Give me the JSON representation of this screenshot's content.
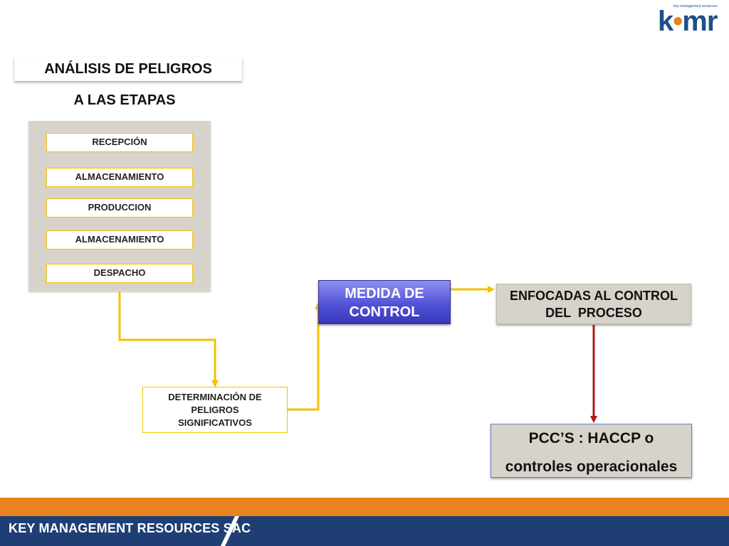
{
  "logo": {
    "text_main": "k",
    "text_tail": "mr",
    "tagline": "key management resources"
  },
  "title": "ANÁLISIS DE PELIGROS",
  "subtitle": "A LAS ETAPAS",
  "stages": [
    "RECEPCIÓN",
    "ALMACENAMIENTO",
    "PRODUCCION",
    "ALMACENAMIENTO",
    "DESPACHO"
  ],
  "determinacion": {
    "line1": "DETERMINACIÓN DE",
    "line2": "PELIGROS",
    "line3": "SIGNIFICATIVOS"
  },
  "medida": {
    "line1": "MEDIDA DE",
    "line2": "CONTROL"
  },
  "enfocadas": {
    "line1": "ENFOCADAS AL CONTROL",
    "line2": "DEL  PROCESO"
  },
  "pcc": {
    "line1": "PCC’S : HACCP o",
    "line2": "controles operacionales"
  },
  "footer": {
    "company": "KEY MANAGEMENT RESOURCES SAC"
  },
  "colors": {
    "connector_yellow": "#f2c200",
    "connector_red": "#b01818",
    "footer_orange": "#e8831f",
    "footer_navy": "#1f3f74",
    "brand_blue": "#1f4f86"
  }
}
